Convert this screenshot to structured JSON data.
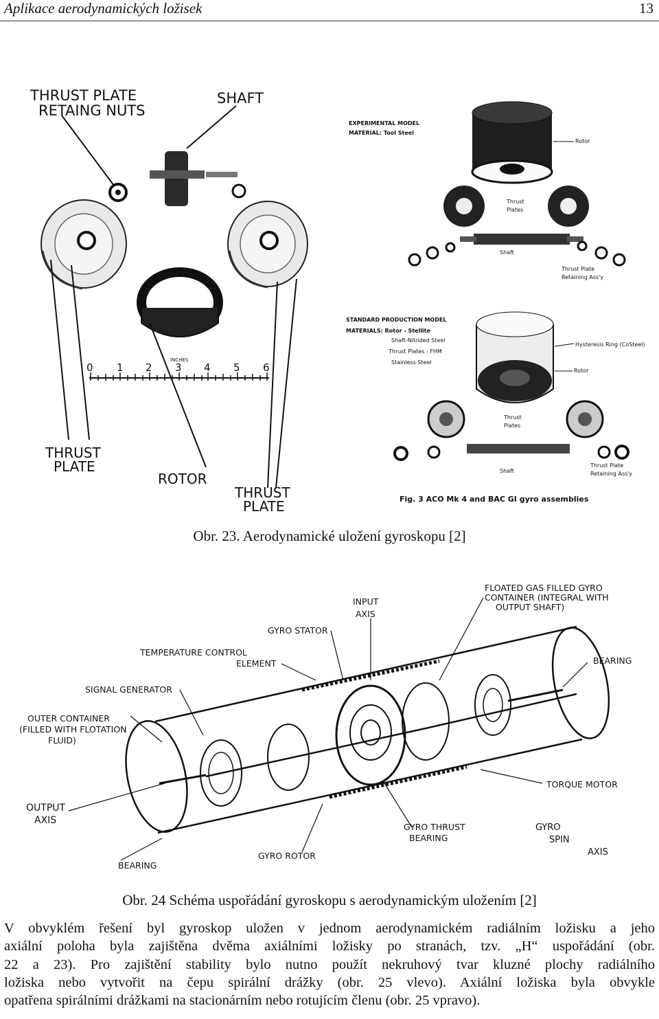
{
  "header": {
    "title": "Aplikace aerodynamických ložisek",
    "page_number": "13"
  },
  "figure23": {
    "left_labels": {
      "nuts": [
        "THRUST PLATE",
        "RETAING NUTS"
      ],
      "shaft": "SHAFT",
      "thrust_plate_left": [
        "THRUST",
        "PLATE"
      ],
      "rotor": "ROTOR",
      "thrust_plate_right": [
        "THRUST",
        "PLATE"
      ],
      "scale_unit": "INCHES",
      "scale_numbers": [
        "0",
        "1",
        "2",
        "3",
        "4",
        "5",
        "6"
      ]
    },
    "right_labels": {
      "experimental_model": "EXPERIMENTAL MODEL",
      "material1": "MATERIAL: Tool Steel",
      "rotor1": "Rotor",
      "thrust_plates1": [
        "Thrust",
        "Plates"
      ],
      "shaft1": "Shaft",
      "retaining1": [
        "Thrust Plate",
        "Retaining Ass'y"
      ],
      "standard_model": "STANDARD PRODUCTION MODEL",
      "materials2": [
        "MATERIALS: Rotor - Stellite",
        "Shaft-Nitrided Steel",
        "Thrust Plates - FHM",
        "Stainless Steel"
      ],
      "hysteresis": "Hysteresis Ring (CoSteel)",
      "rotor2": "Rotor",
      "thrust_plates2": [
        "Thrust",
        "Plates"
      ],
      "shaft2": "Shaft",
      "retaining2": [
        "Thrust Plate",
        "Retaining Ass'y"
      ],
      "fig_caption": "Fig. 3   ACO Mk 4 and BAC GI gyro assemblies"
    },
    "caption": "Obr. 23. Aerodynamické uložení gyroskopu [2]"
  },
  "figure24": {
    "labels": {
      "floated": [
        "FLOATED GAS FILLED GYRO",
        "CONTAINER (INTEGRAL WITH",
        "OUTPUT SHAFT)"
      ],
      "input_axis": [
        "INPUT",
        "AXIS"
      ],
      "gyro_stator": "GYRO STATOR",
      "temperature": [
        "TEMPERATURE CONTROL",
        "ELEMENT"
      ],
      "bearing_top": "BEARING",
      "signal_generator": "SIGNAL GENERATOR",
      "outer_container": [
        "OUTER CONTAINER",
        "(FILLED WITH FLOTATION",
        "FLUID)"
      ],
      "torque_motor": "TORQUE MOTOR",
      "output_axis": [
        "OUTPUT",
        "AXIS"
      ],
      "gyro_thrust_bearing": [
        "GYRO THRUST",
        "BEARING"
      ],
      "gyro_spin_axis": [
        "GYRO",
        "SPIN",
        "AXIS"
      ],
      "bearing_bottom": "BEARING",
      "gyro_rotor": "GYRO ROTOR"
    },
    "caption": "Obr. 24 Schéma uspořádání gyroskopu s aerodynamickým uložením [2]"
  },
  "paragraph": {
    "lines": [
      "V obvyklém řešení byl gyroskop uložen v jednom aerodynamickém radiálním ložisku a jeho",
      "axiální poloha byla zajištěna dvěma axiálními ložisky po stranách, tzv. „H“ uspořádání (obr.",
      "22 a 23). Pro zajištění stability bylo nutno použít nekruhový tvar kluzné plochy radiálního",
      "ložiska nebo vytvořit na čepu spirální drážky (obr. 25 vlevo). Axiální ložiska byla obvykle",
      "opatřena spirálními drážkami na stacionárním nebo rotujícím členu (obr. 25 vpravo)."
    ]
  }
}
